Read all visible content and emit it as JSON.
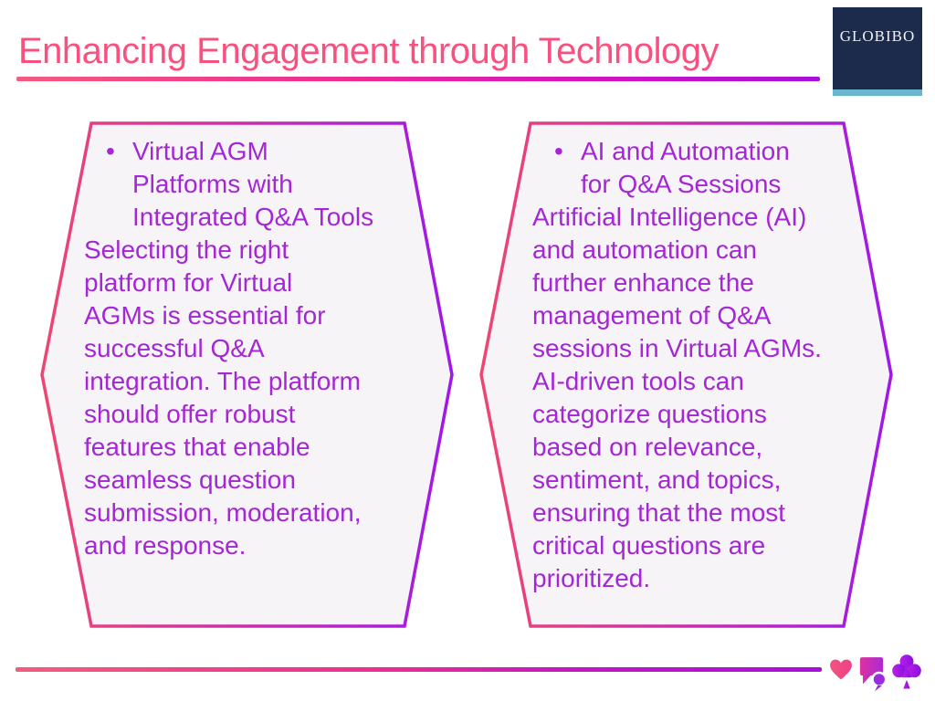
{
  "slide": {
    "title": "Enhancing Engagement through Technology",
    "logo": {
      "text": "GLOBIBO"
    },
    "cards": [
      {
        "bullet": "•",
        "heading": "Virtual AGM\nPlatforms with\nIntegrated Q&A Tools",
        "body": "Selecting the right\nplatform for Virtual\nAGMs is essential for\nsuccessful Q&A\nintegration. The platform\nshould offer robust\nfeatures that enable\nseamless question\nsubmission, moderation,\nand response."
      },
      {
        "bullet": "•",
        "heading": "AI and Automation\nfor Q&A Sessions",
        "body": "Artificial Intelligence (AI)\nand automation can\nfurther enhance the\nmanagement of Q&A\nsessions in Virtual AGMs.\nAI-driven tools can\ncategorize questions\nbased on relevance,\nsentiment, and topics,\nensuring that the most\ncritical questions are\nprioritized."
      }
    ],
    "footer": {
      "icons": [
        "heart-icon",
        "chat-bubbles-icon",
        "club-icon"
      ]
    },
    "colors": {
      "title_pink": "#f9517f",
      "text_purple": "#a526d4",
      "card_fill": "#f6f4f7",
      "border_gradient_start": "#ed4770",
      "border_gradient_end": "#a018e8",
      "rule_gradient": [
        "#f25c7e",
        "#ee2d92",
        "#a90fdc"
      ],
      "logo_navy": "#1c2b4c",
      "logo_teal": "#68b7cf",
      "heart_pink": "#f14d7e",
      "chat_magenta": "#d42fa8",
      "club_purple": "#9a16e2"
    }
  }
}
